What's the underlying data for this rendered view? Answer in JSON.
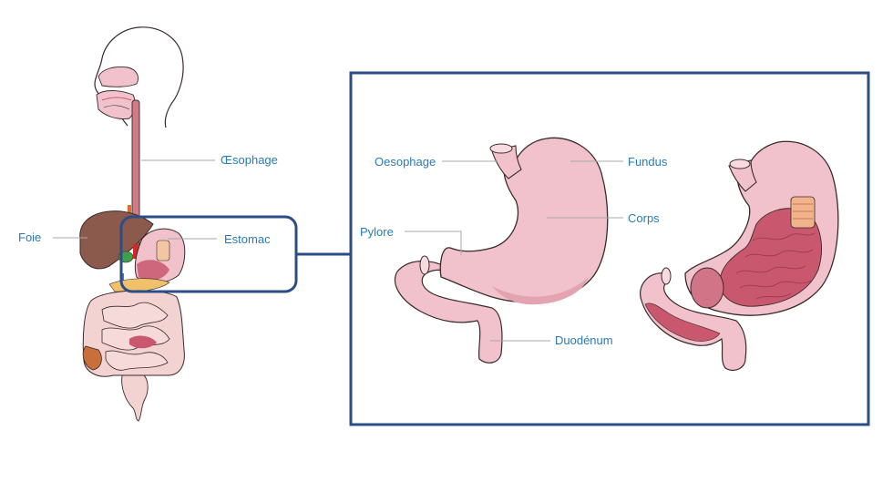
{
  "colors": {
    "label": "#2a7ab8",
    "frame": "#2c4d86",
    "leader": "#a8a8a8",
    "stomach_fill": "#f1c2cb",
    "stomach_shadow": "#e3a3b0",
    "stomach_inner": "#c9576e",
    "outline": "#3a2a2a",
    "liver": "#8b5a4c",
    "esophagus": "#d07b88",
    "intestine": "#f3d2d2"
  },
  "icons": {
    "anatomy_overview": "digestive-system-illustration",
    "stomach_external": "stomach-illustration",
    "stomach_cutaway": "stomach-cross-section-illustration"
  },
  "labels": {
    "overview": {
      "oesophagus": "Œsophage",
      "liver": "Foie",
      "stomach": "Estomac"
    },
    "detail": {
      "oesophagus": "Oesophage",
      "fundus": "Fundus",
      "body": "Corps",
      "pylorus": "Pylore",
      "duodenum": "Duodénum"
    }
  }
}
